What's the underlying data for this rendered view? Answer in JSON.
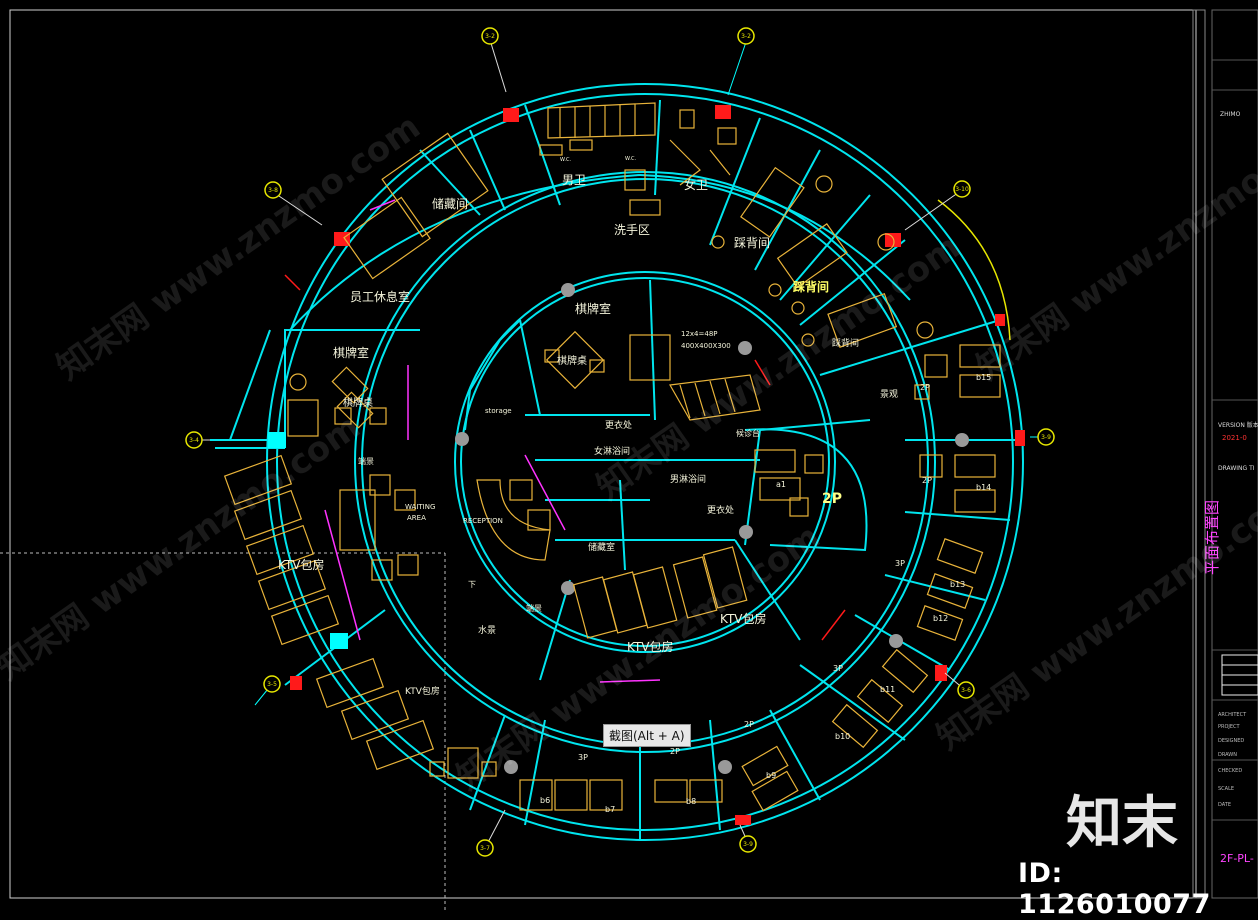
{
  "rooms": {
    "storage": "储藏间",
    "staff_rest": "员工休息室",
    "mens_wc": "男卫",
    "womens_wc": "女卫",
    "wash_area": "洗手区",
    "back_room_1": "踩背间",
    "back_room_2": "踩背间",
    "back_room_3": "踩背间",
    "card_room_left": "棋牌室",
    "card_table_left": "棋牌桌",
    "card_room_center": "棋牌室",
    "card_table_center": "棋牌桌",
    "changing_top": "更衣处",
    "womens_shower": "女淋浴间",
    "mens_shower": "男淋浴间",
    "changing_mid": "更衣处",
    "storage_en": "storage",
    "reception": "RECEPTION",
    "waiting_1": "WAITING",
    "waiting_2": "AREA",
    "ktv_left": "KTV包房",
    "ktv_bottom_left": "KTV包房",
    "ktv_center_1": "KTV包房",
    "ktv_center_2": "KTV包房",
    "water_feature": "水景",
    "end_scene_1": "端景",
    "end_scene_2": "端景",
    "landscape": "景观",
    "down": "下",
    "storage_small": "储藏室",
    "service_desk": "候诊台",
    "dim_note_1": "12x4=48P",
    "dim_note_2": "400X400X300",
    "wc_tag": "W.C."
  },
  "suites": {
    "two_p": "2P",
    "three_p": "3P",
    "b15": "b15",
    "b14": "b14",
    "b13": "b13",
    "b12": "b12",
    "b11": "b11",
    "b10": "b10",
    "b9": "b9",
    "b8": "b8",
    "b7": "b7",
    "b6": "b6",
    "a1": "a1"
  },
  "axis_markers": [
    "3-2",
    "3-2",
    "3-8",
    "3-10",
    "3-4",
    "3-9",
    "3-5",
    "3-6",
    "3-7",
    "3-9"
  ],
  "title_block": {
    "drawing_title": "平面布置图",
    "drawing_no": "2F-PL-",
    "version": "VERSION 版本",
    "rev": "2021-0",
    "drawing_label": "DRAWING TI"
  },
  "tooltip": "截图(Alt + A)",
  "watermark": {
    "brand": "知末",
    "id": "ID: 1126010077",
    "diag_text": "知末网 www.znzmo.com"
  },
  "colors": {
    "background": "#000000",
    "wall": "#00e5ee",
    "furniture": "#e8b33a",
    "label": "#f5f5dc",
    "accent_red": "#ff1a1a",
    "accent_magenta": "#ff33ff",
    "title_magenta": "#ff44ff"
  }
}
